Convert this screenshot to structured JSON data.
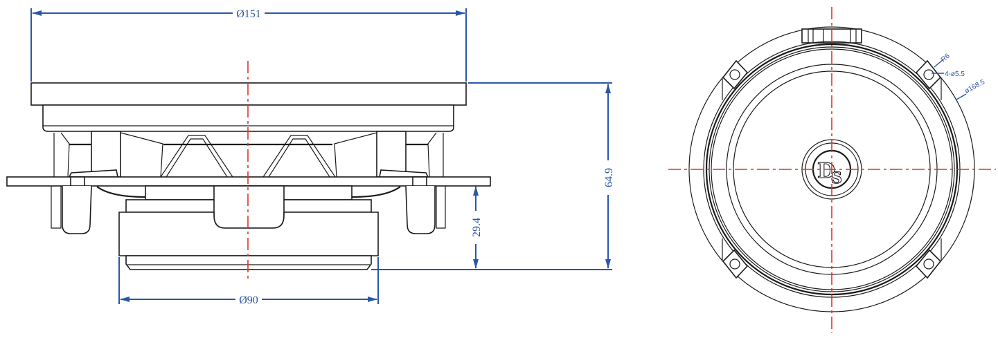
{
  "drawing": {
    "type": "speaker dimensional drawing",
    "colors": {
      "outline": "#1a1a1a",
      "centerline": "#e0312b",
      "dimension": "#2b55a8",
      "background": "#ffffff"
    }
  },
  "side_view": {
    "dimensions": {
      "overall_diameter": {
        "label": "Ø151",
        "value": 151
      },
      "magnet_diameter": {
        "label": "Ø90",
        "value": 90
      },
      "total_depth": {
        "label": "64.9",
        "value": 64.9
      },
      "mounting_depth": {
        "label": "29.4",
        "value": 29.4
      }
    }
  },
  "front_view": {
    "logo": {
      "text": "DS",
      "icon": "brand-logo-icon"
    },
    "mounting_holes": {
      "count": 4,
      "label": "4-ø5.5",
      "value": 5.5
    },
    "hole_callout": {
      "label": "R6",
      "value": 6
    },
    "bolt_circle": {
      "label": "ø168.5",
      "value": 168.5
    }
  }
}
